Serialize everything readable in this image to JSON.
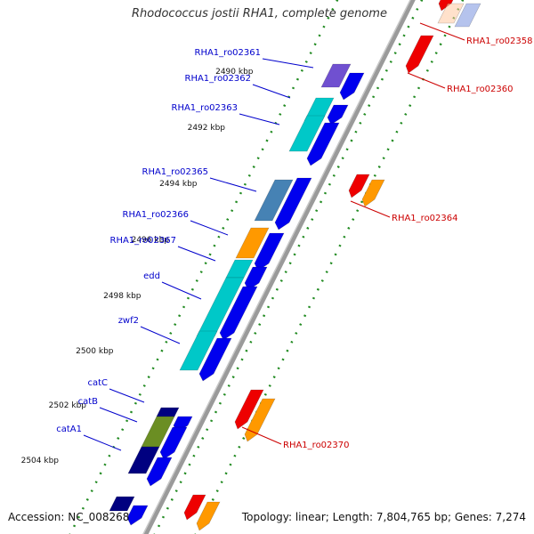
{
  "title": "Rhodococcus jostii RHA1, complete genome",
  "accession_text": "Accession: NC_008268",
  "topology_text": "Topology: linear; Length: 7,804,765 bp; Genes: 7,274",
  "colors": {
    "backbone": "#8c8c8c",
    "forward_label": "#0000cc",
    "reverse_label": "#cc0000",
    "tick_dots": "#228b22",
    "blue": "#0000ee",
    "cyan": "#00c8c8",
    "purple": "#7050d0",
    "red": "#ee0000",
    "orange": "#ff9900",
    "navy": "#000080",
    "olive": "#6b8e23",
    "steel": "#4682b4"
  },
  "kbp_ticks": [
    "2490 kbp",
    "2492 kbp",
    "2494 kbp",
    "2496 kbp",
    "2498 kbp",
    "2500 kbp",
    "2502 kbp",
    "2504 kbp"
  ],
  "forward_genes": [
    "RHA1_ro02361",
    "RHA1_ro02362",
    "RHA1_ro02363",
    "RHA1_ro02365",
    "RHA1_ro02366",
    "RHA1_ro02367",
    "edd",
    "zwf2",
    "catC",
    "catB",
    "catA1"
  ],
  "reverse_genes": [
    "RHA1_ro02358",
    "RHA1_ro02360",
    "RHA1_ro02364",
    "RHA1_ro02370"
  ],
  "blocks_forward_outer": [
    "purple",
    "cyan",
    "cyan",
    "steel",
    "orange",
    "cyan",
    "cyan",
    "cyan",
    "navy",
    "olive",
    "navy",
    "navy"
  ],
  "blocks_reverse": [
    "red",
    "red",
    "red",
    "orange",
    "red",
    "orange",
    "red",
    "orange"
  ]
}
